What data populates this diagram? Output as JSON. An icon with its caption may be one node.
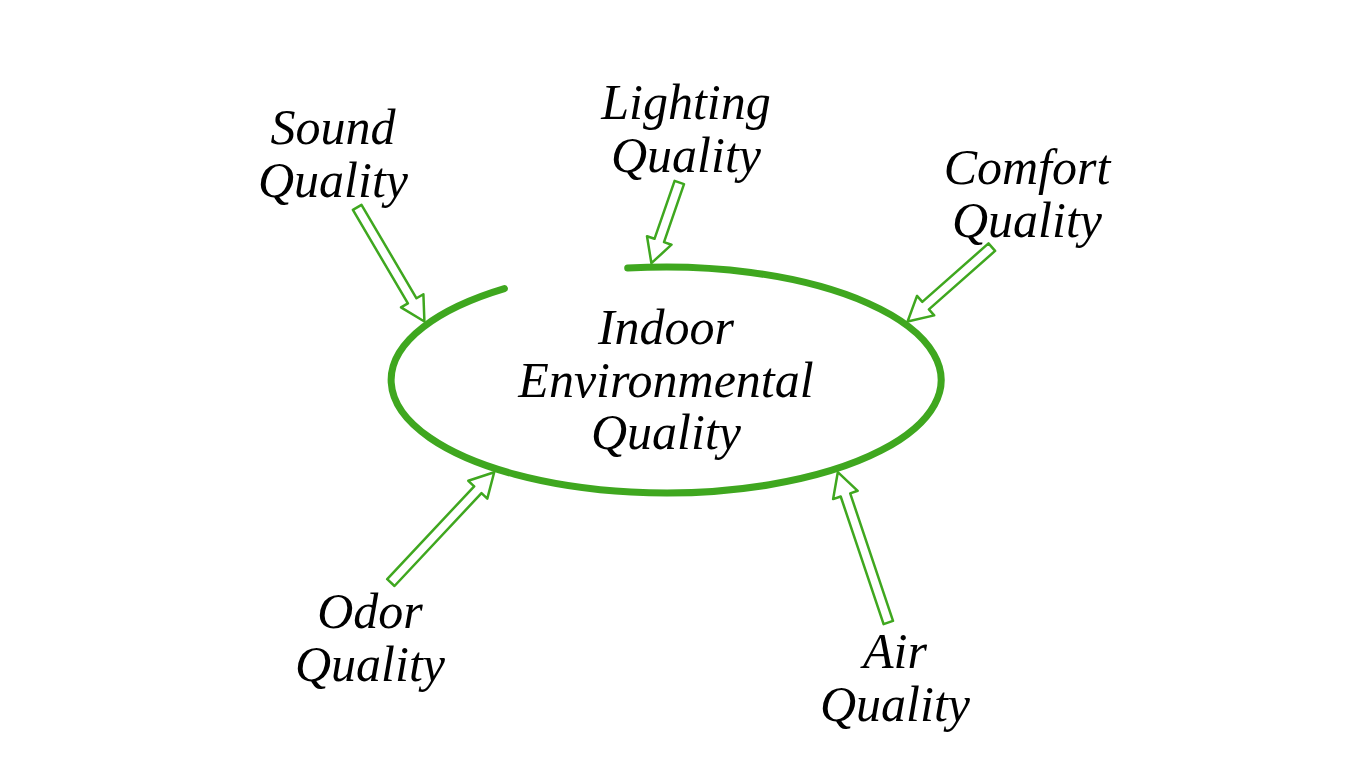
{
  "diagram": {
    "nodes": [
      {
        "text": [
          "Indoor Environmental Quality"
        ]
      },
      {
        "text": [
          "Sound Quality"
        ]
      },
      {
        "text": [
          "Lighting Quality"
        ]
      },
      {
        "text": [
          "Comfort Quality"
        ]
      },
      {
        "text": [
          "Odor Quality"
        ]
      },
      {
        "text": [
          "Air Quality"
        ]
      }
    ],
    "edges": [
      {
        "from": 1,
        "to": 0,
        "arrow": "to"
      },
      {
        "from": 2,
        "to": 0,
        "arrow": "to"
      },
      {
        "from": 3,
        "to": 0,
        "arrow": "to"
      },
      {
        "from": 4,
        "to": 0,
        "arrow": "to"
      },
      {
        "from": 5,
        "to": 0,
        "arrow": "to"
      }
    ]
  }
}
